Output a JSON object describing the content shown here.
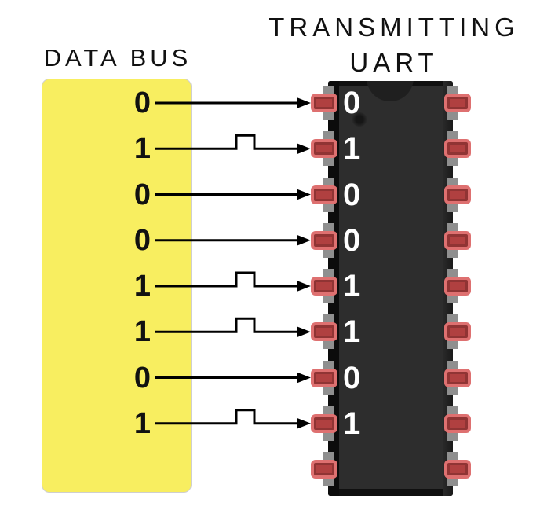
{
  "titles": {
    "bus": "DATA BUS",
    "uart_line1": "TRANSMITTING",
    "uart_line2": "UART"
  },
  "bus": {
    "bits": [
      "0",
      "1",
      "0",
      "0",
      "1",
      "1",
      "0",
      "1"
    ]
  },
  "uart": {
    "bits": [
      "0",
      "1",
      "0",
      "0",
      "1",
      "1",
      "0",
      "1"
    ],
    "pins_per_side": 9
  },
  "colors": {
    "bus_fill": "#F8EE60",
    "bus_border": "#CFCFCF",
    "title": "#111111",
    "bus_digit": "#111111",
    "chip_body": "#2D2D2D",
    "chip_edge": "#0C0C0C",
    "notch": "#1F1F1F",
    "pin_fill": "#B04040",
    "pin_glow": "rgba(242,132,132,0.7)",
    "pin_metal": "#8F8F8F",
    "wire": "#000000",
    "chip_digit": "#FFFFFF"
  }
}
